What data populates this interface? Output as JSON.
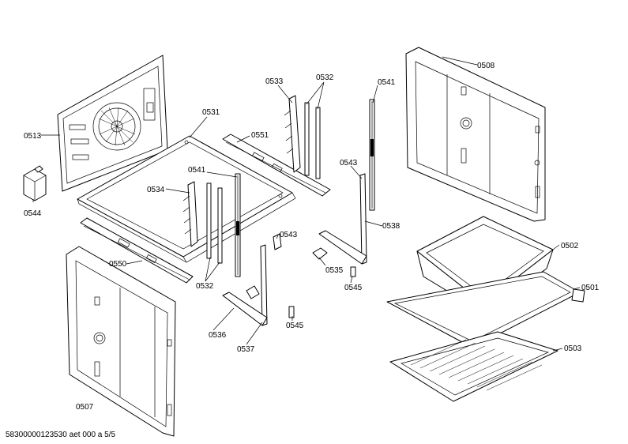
{
  "labels": {
    "p0513": "0513",
    "p0544": "0544",
    "p0531": "0531",
    "p0534": "0534",
    "p0541a": "0541",
    "p0551": "0551",
    "p0533": "0533",
    "p0532a": "0532",
    "p0541b": "0541",
    "p0543a": "0543",
    "p0538": "0538",
    "p0508": "0508",
    "p0502": "0502",
    "p0501": "0501",
    "p0503": "0503",
    "p0550": "0550",
    "p0532b": "0532",
    "p0543b": "0543",
    "p0535": "0535",
    "p0545a": "0545",
    "p0545b": "0545",
    "p0536": "0536",
    "p0537": "0537",
    "p0507": "0507"
  },
  "footer": "58300000123530 aet 000 a 5/5"
}
